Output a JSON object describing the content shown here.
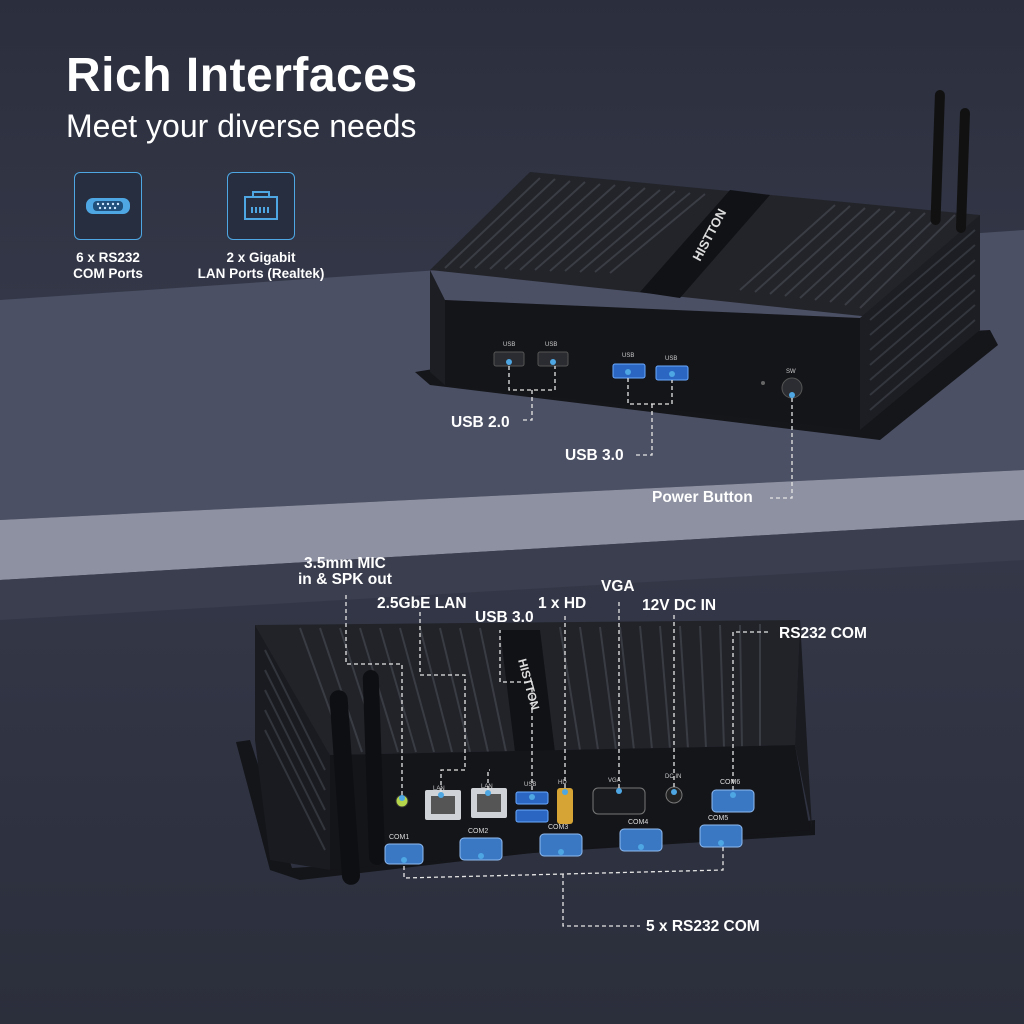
{
  "header": {
    "title": "Rich Interfaces",
    "subtitle": "Meet your diverse needs"
  },
  "features": [
    {
      "icon": "serial-port-icon",
      "caption": "6 x RS232\nCOM Ports"
    },
    {
      "icon": "ethernet-port-icon",
      "caption": "2 x Gigabit\nLAN Ports (Realtek)"
    }
  ],
  "front_device": {
    "brand": "HISTTON",
    "port_labels": {
      "usb": "USB",
      "sw": "SW"
    },
    "callouts": {
      "usb2": "USB 2.0",
      "usb3": "USB 3.0",
      "power": "Power Button"
    }
  },
  "rear_device": {
    "brand": "HISTTON",
    "port_labels": {
      "lan": "LAN",
      "usb": "USB",
      "hd": "HD",
      "vga": "VGA",
      "dcin": "DC IN",
      "com1": "COM1",
      "com2": "COM2",
      "com3": "COM3",
      "com4": "COM4",
      "com5": "COM5",
      "com6": "COM6"
    },
    "callouts": {
      "audio": "3.5mm MIC\nin & SPK out",
      "lan": "2.5GbE LAN",
      "usb3": "USB 3.0",
      "hd": "1 x HD",
      "vga": "VGA",
      "dc": "12V DC IN",
      "rs232": "RS232 COM",
      "com5x": "5 x RS232 COM"
    }
  },
  "colors": {
    "accent": "#4ea7e3",
    "port_blue": "#3a78c4",
    "device": "#1b1c20"
  }
}
